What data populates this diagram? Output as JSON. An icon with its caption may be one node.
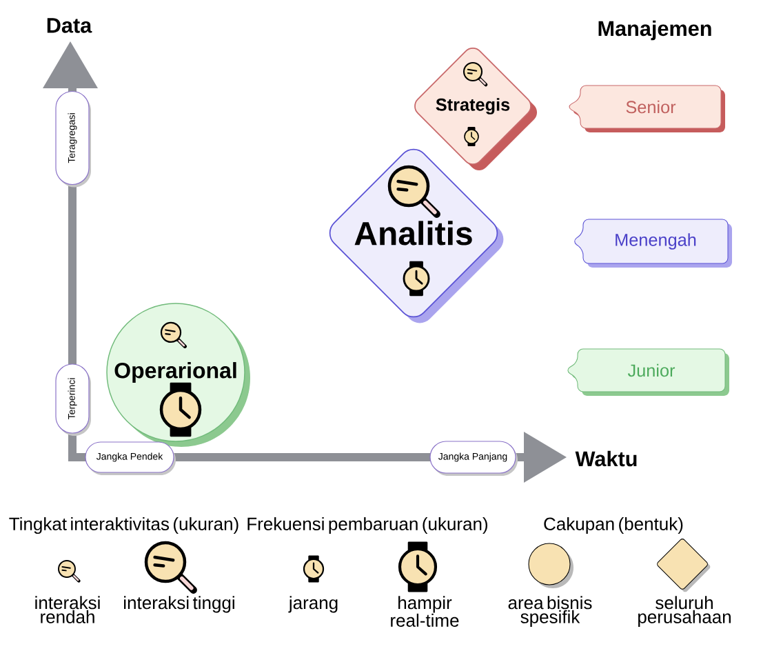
{
  "diagram": {
    "nodes": [
      {
        "text": [
          "Teragregasi"
        ]
      },
      {
        "text": [
          "Strategis"
        ]
      },
      {
        "text": [
          "Senior"
        ]
      },
      {
        "text": [
          "Analitis"
        ]
      },
      {
        "text": [
          "Menengah"
        ]
      },
      {
        "text": [
          "Operarional"
        ]
      },
      {
        "text": [
          "Junior"
        ]
      },
      {
        "text": [
          "Terperinci"
        ]
      },
      {
        "text": [
          "Jangka Pendek"
        ]
      },
      {
        "text": [
          "Jangka Panjang"
        ]
      }
    ],
    "labels": [
      "Data",
      "Manajemen",
      "Waktu",
      "Tingkat interaktivitas (ukuran)",
      "Frekuensi pembaruan (ukuran)",
      "Cakupan (bentuk)"
    ],
    "legend": [
      {
        "text": "interaksi rendah"
      },
      {
        "text": "interaksi tinggi"
      },
      {
        "text": "jarang"
      },
      {
        "text": "hampir real-time"
      },
      {
        "text": "area bisnis spesifik"
      },
      {
        "text": "seluruh perusahaan"
      }
    ]
  }
}
